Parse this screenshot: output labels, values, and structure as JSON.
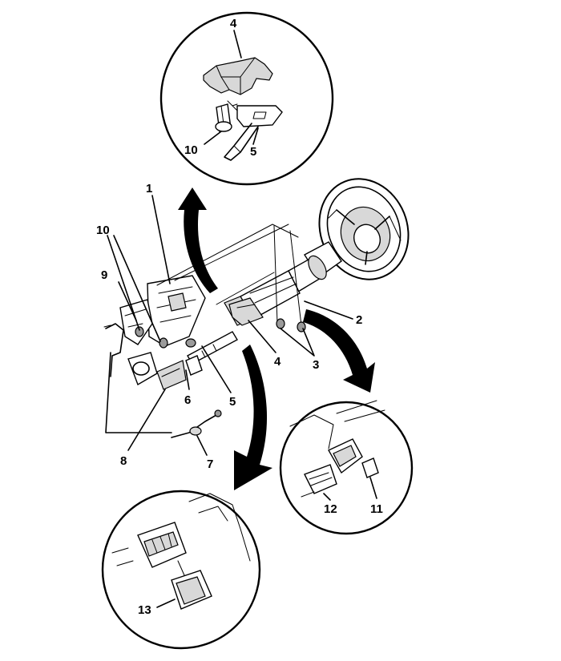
{
  "callouts": {
    "c1": "1",
    "c2": "2",
    "c3": "3",
    "c4_main": "4",
    "c4_detail": "4",
    "c5_main": "5",
    "c5_detail": "5",
    "c6": "6",
    "c7": "7",
    "c8": "8",
    "c9": "9",
    "c10_main": "10",
    "c10_detail": "10",
    "c11": "11",
    "c12": "12",
    "c13": "13"
  }
}
